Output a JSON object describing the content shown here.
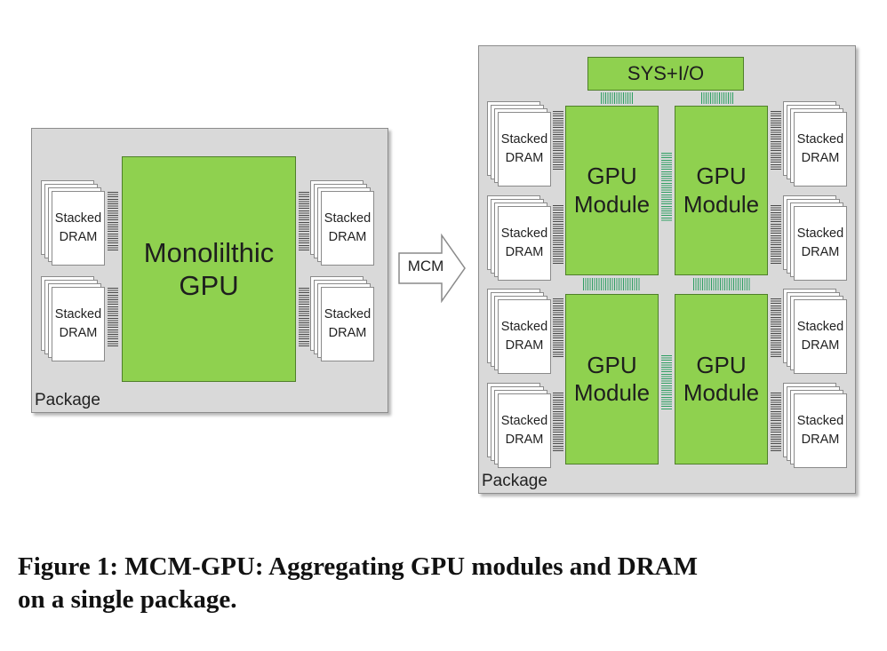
{
  "left": {
    "package_label": "Package",
    "gpu_line1": "Monolilthic",
    "gpu_line2": "GPU",
    "dram": [
      {
        "line1": "Stacked",
        "line2": "DRAM"
      },
      {
        "line1": "Stacked",
        "line2": "DRAM"
      },
      {
        "line1": "Stacked",
        "line2": "DRAM"
      },
      {
        "line1": "Stacked",
        "line2": "DRAM"
      }
    ]
  },
  "arrow": {
    "label": "MCM"
  },
  "right": {
    "package_label": "Package",
    "sys_label": "SYS+I/O",
    "modules": [
      {
        "line1": "GPU",
        "line2": "Module"
      },
      {
        "line1": "GPU",
        "line2": "Module"
      },
      {
        "line1": "GPU",
        "line2": "Module"
      },
      {
        "line1": "GPU",
        "line2": "Module"
      }
    ],
    "dram": [
      {
        "line1": "Stacked",
        "line2": "DRAM"
      },
      {
        "line1": "Stacked",
        "line2": "DRAM"
      },
      {
        "line1": "Stacked",
        "line2": "DRAM"
      },
      {
        "line1": "Stacked",
        "line2": "DRAM"
      },
      {
        "line1": "Stacked",
        "line2": "DRAM"
      },
      {
        "line1": "Stacked",
        "line2": "DRAM"
      },
      {
        "line1": "Stacked",
        "line2": "DRAM"
      },
      {
        "line1": "Stacked",
        "line2": "DRAM"
      }
    ]
  },
  "caption": {
    "line1": "Figure 1: MCM-GPU: Aggregating GPU modules and DRAM",
    "line2": "on a single package."
  },
  "colors": {
    "package_fill": "#d9d9d9",
    "gpu_fill": "#8fd14f",
    "gpu_border": "#4f7f2a",
    "link_pins": "#2e9e62"
  }
}
